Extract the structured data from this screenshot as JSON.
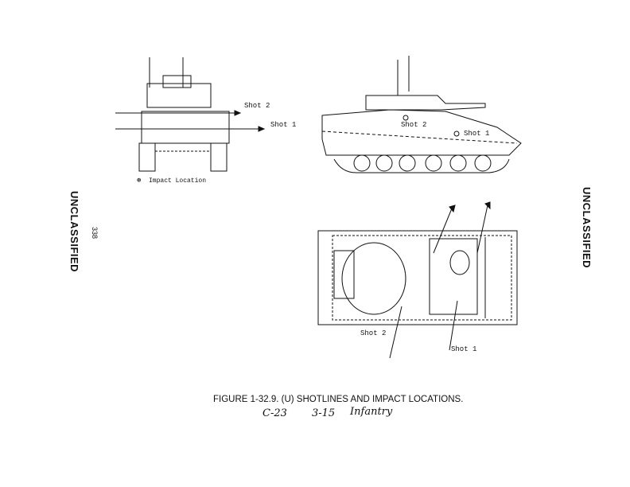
{
  "margins": {
    "left_marking": "UNCLASSIFIED",
    "right_marking": "UNCLASSIFIED",
    "page_number": "338"
  },
  "front_view": {
    "shot2_label": "Shot 2",
    "shot1_label": "Shot 1",
    "legend": "Impact Location"
  },
  "side_view": {
    "shot2_label": "Shot 2",
    "shot1_label": "Shot 1"
  },
  "top_view": {
    "shot2_label": "Shot 2",
    "shot1_label": "Shot 1"
  },
  "caption": "FIGURE 1-32.9.  (U)  SHOTLINES AND IMPACT LOCATIONS.",
  "handwritten": {
    "ref": "C-23",
    "num": "3-15",
    "unit": "Infantry"
  }
}
